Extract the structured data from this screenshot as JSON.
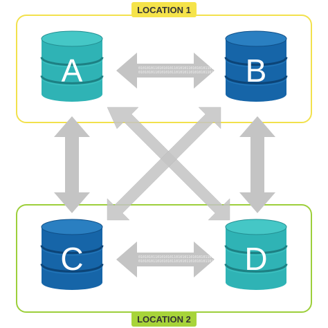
{
  "locations": [
    {
      "id": "loc1",
      "label": "LOCATION 1",
      "frame_color": "#f2e14c",
      "tag_color": "#f5e34a"
    },
    {
      "id": "loc2",
      "label": "LOCATION 2",
      "frame_color": "#9ccf3a",
      "tag_color": "#a7d43a"
    }
  ],
  "databases": [
    {
      "id": "A",
      "letter": "A",
      "color": "teal"
    },
    {
      "id": "B",
      "letter": "B",
      "color": "blue"
    },
    {
      "id": "C",
      "letter": "C",
      "color": "blue"
    },
    {
      "id": "D",
      "letter": "D",
      "color": "teal"
    }
  ],
  "palette": {
    "teal": {
      "body": "#2fb3b5",
      "top": "#45c7c6",
      "dark": "#238f92",
      "band": "#1d8083"
    },
    "blue": {
      "body": "#1665a8",
      "top": "#2a7fc1",
      "dark": "#0f4f88",
      "band": "#0c4477"
    },
    "arrow": "#c4c4c4",
    "arrow_dark": "#a9a9a9"
  },
  "connections": [
    {
      "from": "A",
      "to": "B",
      "icon": "double-arrow-icon"
    },
    {
      "from": "C",
      "to": "D",
      "icon": "double-arrow-icon"
    },
    {
      "from": "A",
      "to": "C",
      "icon": "double-arrow-icon"
    },
    {
      "from": "B",
      "to": "D",
      "icon": "double-arrow-icon"
    },
    {
      "from": "A",
      "to": "D",
      "icon": "double-arrow-icon"
    },
    {
      "from": "B",
      "to": "C",
      "icon": "double-arrow-icon"
    }
  ],
  "binary_text": "0101010110101010110101011010101011010101"
}
